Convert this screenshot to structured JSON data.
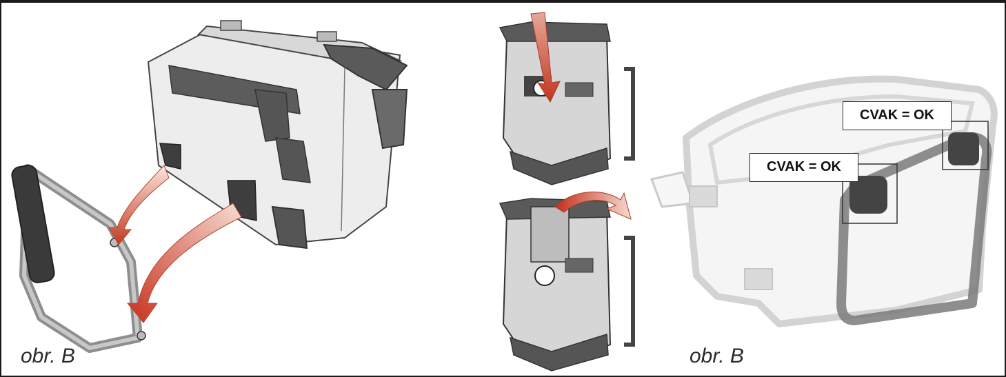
{
  "captions": {
    "left": "obr. B",
    "right": "obr. B"
  },
  "labels": {
    "top": "CVAK = OK",
    "middle": "CVAK =  OK"
  },
  "colors": {
    "case_body": "#ececec",
    "case_trim": "#5c5c5c",
    "rail": "#9a9a9a",
    "arrow": "#d03020",
    "arrow_light": "#f3d6cc",
    "frame": "#1a1a1a"
  }
}
